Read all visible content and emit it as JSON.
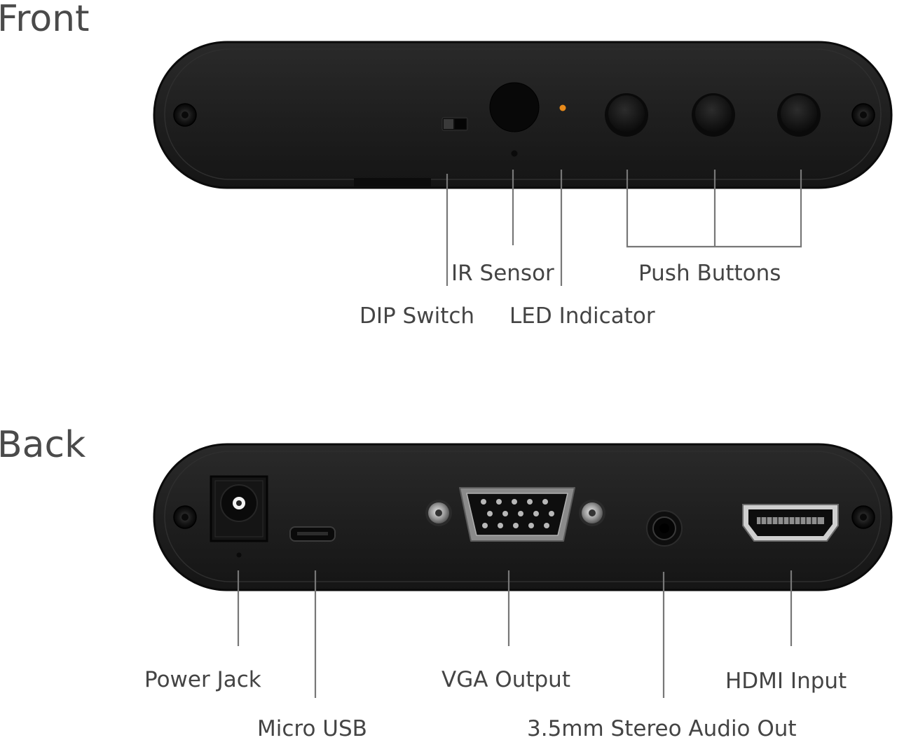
{
  "front": {
    "title": "Front",
    "labels": {
      "dip_switch": "DIP Switch",
      "ir_sensor": "IR Sensor",
      "led_indicator": "LED Indicator",
      "push_buttons": "Push Buttons"
    }
  },
  "back": {
    "title": "Back",
    "labels": {
      "power_jack": "Power Jack",
      "micro_usb": "Micro USB",
      "vga_output": "VGA Output",
      "audio_out": "3.5mm Stereo Audio Out",
      "hdmi_input": "HDMI Input"
    }
  },
  "colors": {
    "device_body": "#1e1e1e",
    "device_edge": "#0d0d0d",
    "led": "#e88a1a",
    "leader_line": "#777777",
    "text": "#444444"
  }
}
